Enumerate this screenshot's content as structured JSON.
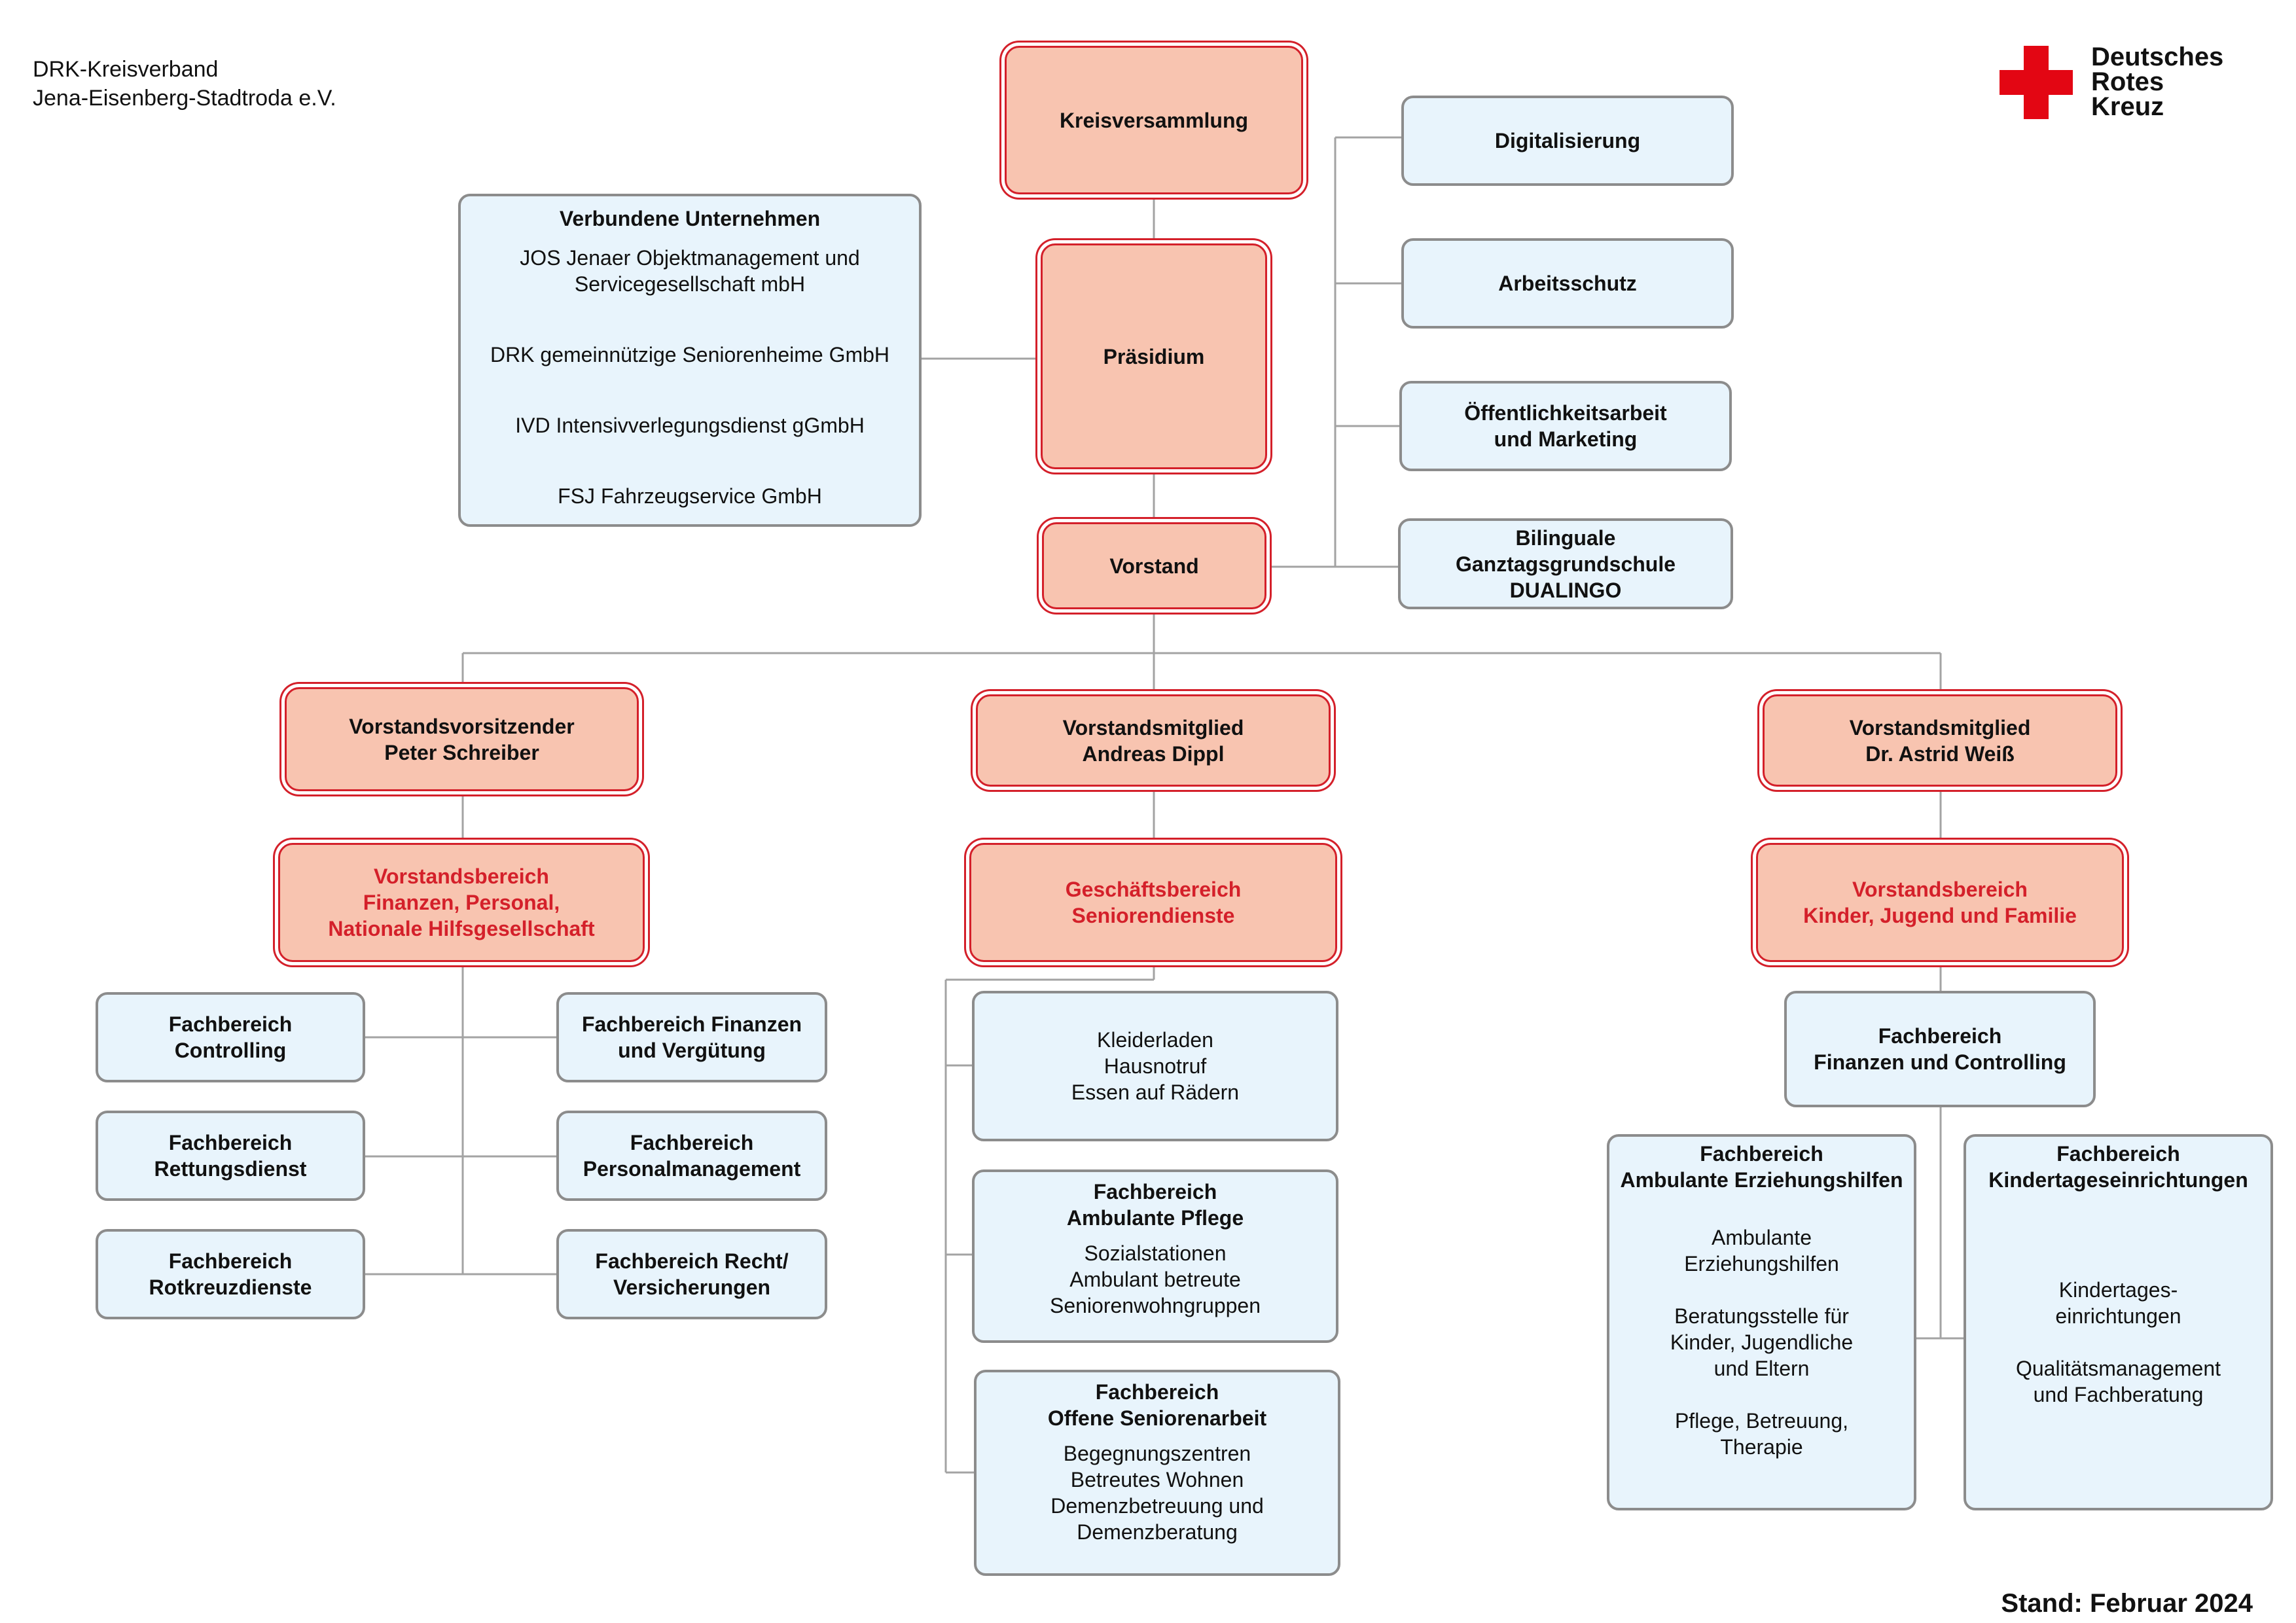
{
  "org": {
    "line1": "DRK-Kreisverband",
    "line2": "Jena-Eisenberg-Stadtroda e.V."
  },
  "logo": {
    "line1": "Deutsches",
    "line2": "Rotes",
    "line3": "Kreuz",
    "cross_color": "#e30613"
  },
  "footer": {
    "stand": "Stand: Februar 2024"
  },
  "colors": {
    "red_border": "#d4202a",
    "red_fill": "#f8c4b0",
    "blue_fill": "#e8f4fc",
    "grey_border": "#8c8c8c",
    "connector": "#a3a3a3"
  },
  "nodes": {
    "kreisversammlung": "Kreisversammlung",
    "praesidium": "Präsidium",
    "vorstand": "Vorstand",
    "verbundene": {
      "title": "Verbundene Unternehmen",
      "jos": [
        "JOS Jenaer Objektmanagement und",
        "Servicegesellschaft mbH"
      ],
      "drk": "DRK gemeinnützige Seniorenheime GmbH",
      "ivd": "IVD Intensivverlegungsdienst gGmbH",
      "fsj": "FSJ Fahrzeugservice GmbH"
    },
    "digitalisierung": "Digitalisierung",
    "arbeitsschutz": "Arbeitsschutz",
    "oeffentlichkeit": [
      "Öffentlichkeitsarbeit",
      "und Marketing"
    ],
    "bilingual": [
      "Bilinguale",
      "Ganztagsgrundschule",
      "DUALINGO"
    ],
    "vorsitzender": [
      "Vorstandsvorsitzender",
      "Peter Schreiber"
    ],
    "mitglied_dippl": [
      "Vorstandsmitglied",
      "Andreas Dippl"
    ],
    "mitglied_weiss": [
      "Vorstandsmitglied",
      "Dr. Astrid Weiß"
    ],
    "bereich_finanzen": [
      "Vorstandsbereich",
      "Finanzen, Personal,",
      "Nationale Hilfsgesellschaft"
    ],
    "bereich_senioren": [
      "Geschäftsbereich",
      "Seniorendienste"
    ],
    "bereich_kinder": [
      "Vorstandsbereich",
      "Kinder, Jugend und Familie"
    ],
    "fb_controlling": [
      "Fachbereich",
      "Controlling"
    ],
    "fb_rettung": [
      "Fachbereich",
      "Rettungsdienst"
    ],
    "fb_rotkreuz": [
      "Fachbereich",
      "Rotkreuzdienste"
    ],
    "fb_finanzen_verg": [
      "Fachbereich Finanzen",
      "und Vergütung"
    ],
    "fb_personal": [
      "Fachbereich",
      "Personalmanagement"
    ],
    "fb_recht": [
      "Fachbereich Recht/",
      "Versicherungen"
    ],
    "senioren_services": [
      "Kleiderladen",
      "Hausnotruf",
      "Essen auf Rädern"
    ],
    "fb_amb_pflege": {
      "title": [
        "Fachbereich",
        "Ambulante Pflege"
      ],
      "items": [
        "Sozialstationen",
        "Ambulant betreute",
        "Seniorenwohngruppen"
      ]
    },
    "fb_offene": {
      "title": [
        "Fachbereich",
        "Offene Seniorenarbeit"
      ],
      "items": [
        "Begegnungszentren",
        "Betreutes Wohnen",
        "Demenzbetreuung und",
        "Demenzberatung"
      ]
    },
    "fb_fin_controlling": [
      "Fachbereich",
      "Finanzen und Controlling"
    ],
    "fb_erziehung": {
      "title": [
        "Fachbereich",
        "Ambulante Erziehungshilfen"
      ],
      "group1": [
        "Ambulante",
        "Erziehungshilfen"
      ],
      "group2": [
        "Beratungsstelle für",
        "Kinder, Jugendliche",
        "und Eltern"
      ],
      "group3": [
        "Pflege, Betreuung,",
        "Therapie"
      ]
    },
    "fb_kita": {
      "title": [
        "Fachbereich",
        "Kindertageseinrichtungen"
      ],
      "group1": [
        "Kindertages-",
        "einrichtungen"
      ],
      "group2": [
        "Qualitätsmanagement",
        "und Fachberatung"
      ]
    }
  }
}
